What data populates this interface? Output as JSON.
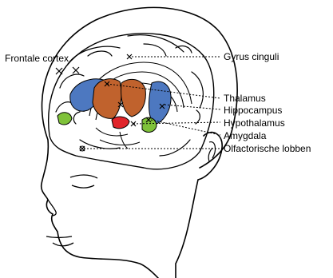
{
  "labels": {
    "frontal_cortex": "Frontale cortex",
    "gyrus_cinguli": "Gyrus cinguli",
    "thalamus": "Thalamus",
    "hippocampus": "Hippocampus",
    "hypothalamus": "Hypothalamus",
    "amygdala": "Amygdala",
    "olfactory_bulb": "Olfactorische lobben"
  },
  "colors": {
    "thalamus": "#c0622d",
    "hippocampus": "#4d78c0",
    "hypothalamus": "#e0242a",
    "amygdala": "#7fc23a",
    "outline": "#000000"
  }
}
